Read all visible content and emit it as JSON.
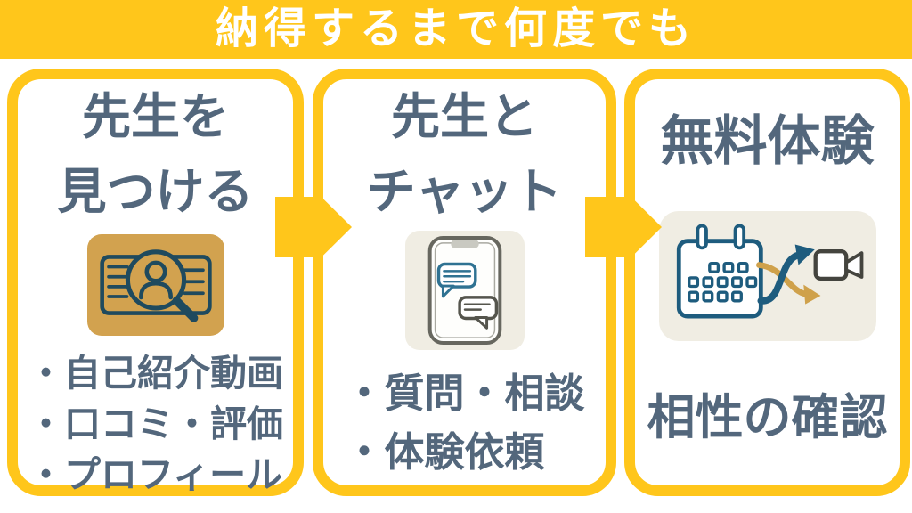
{
  "colors": {
    "accent_yellow": "#FFC61B",
    "text_slate": "#53677C",
    "icon_gold_bg": "#D2A24F",
    "icon_navy_stroke": "#1F4A5E",
    "icon_cream_bg": "#F0EDE3",
    "chat_blue": "#2F7292",
    "chat_gray": "#55554D",
    "calendar_blue": "#1E5C7E",
    "arrow_gold": "#CFA14B",
    "camera_dark": "#44443E",
    "header_text": "#FFFFFF"
  },
  "header": {
    "title": "納得するまで何度でも"
  },
  "steps": [
    {
      "title_lines": [
        "先生を",
        "見つける"
      ],
      "icon": "profile-search-icon",
      "bullets": [
        "・自己紹介動画",
        "・口コミ・評価",
        "・プロフィール"
      ]
    },
    {
      "title_lines": [
        "先生と",
        "チャット"
      ],
      "icon": "phone-chat-icon",
      "bullets": [
        "・質問・相談",
        "・体験依頼"
      ]
    },
    {
      "title_lines": [
        "無料体験"
      ],
      "icon": "calendar-to-video-icon",
      "caption": "相性の確認"
    }
  ]
}
